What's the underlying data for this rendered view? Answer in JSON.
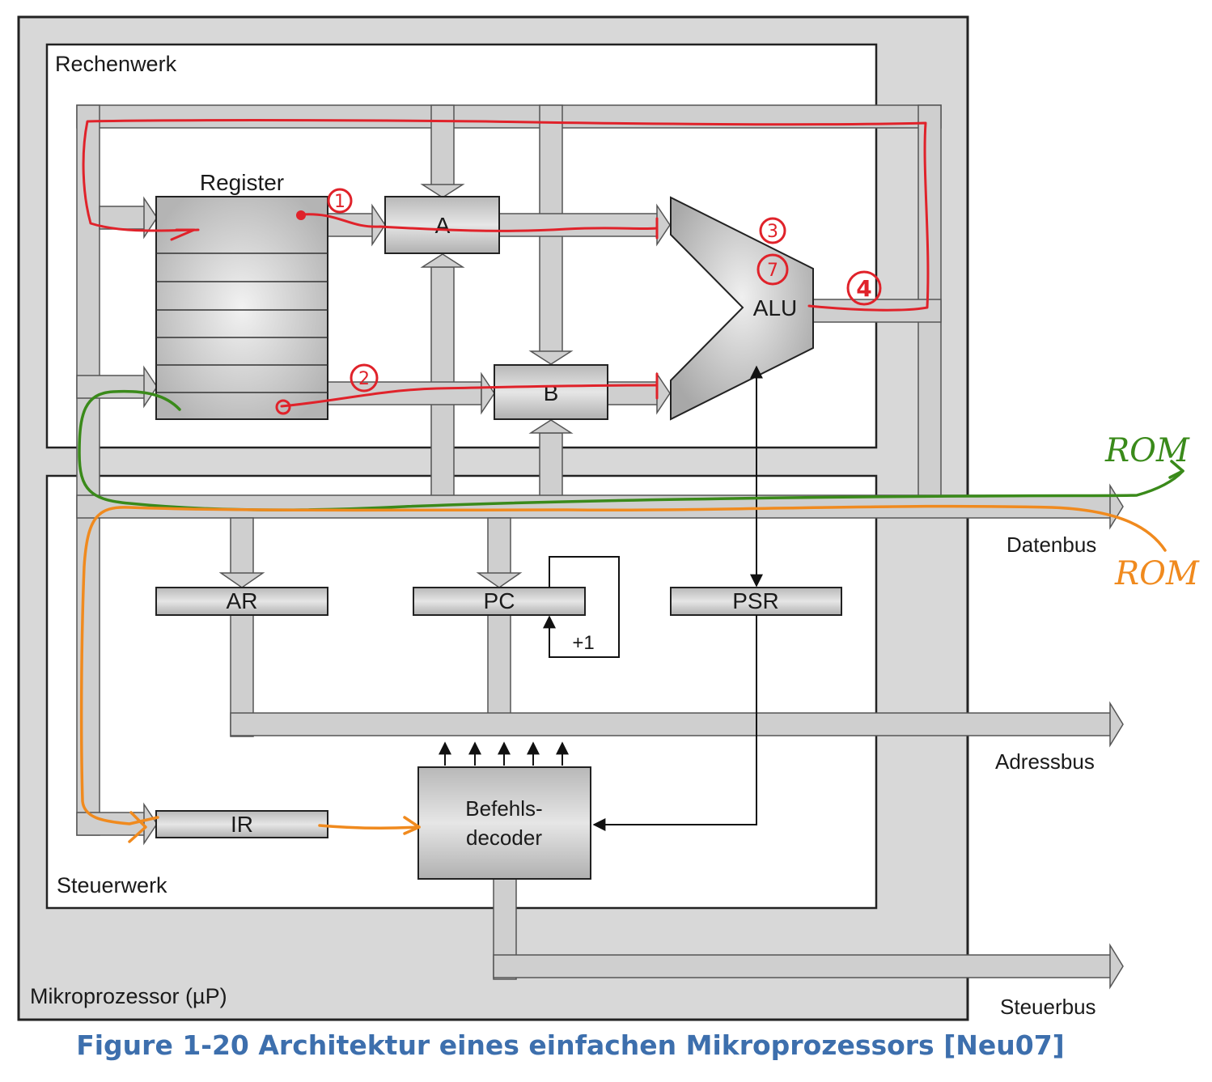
{
  "labels": {
    "outer": "Mikroprozessor (µP)",
    "rechenwerk": "Rechenwerk",
    "steuerwerk": "Steuerwerk",
    "register": "Register"
  },
  "boxes": {
    "a": "A",
    "b": "B",
    "alu": "ALU",
    "ar": "AR",
    "pc": "PC",
    "psr": "PSR",
    "ir": "IR",
    "increment": "+1",
    "decoder_line1": "Befehls-",
    "decoder_line2": "decoder"
  },
  "buses": {
    "data": "Datenbus",
    "address": "Adressbus",
    "control": "Steuerbus"
  },
  "annotations": {
    "step1": "1",
    "step2": "2",
    "step3": "3",
    "step4": "4",
    "step7": "7",
    "rom_green": "ROM",
    "rom_orange": "ROM",
    "colors": {
      "red": "#e0222a",
      "green": "#3a8a1a",
      "orange": "#f08a1e"
    }
  },
  "caption": "Figure 1-20 Architektur eines einfachen Mikroprozessors [Neu07]"
}
